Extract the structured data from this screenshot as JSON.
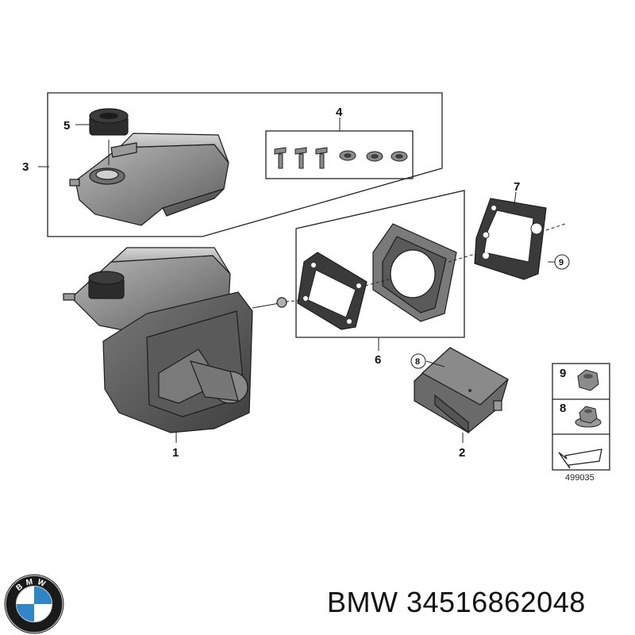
{
  "callouts": {
    "c1": "1",
    "c2": "2",
    "c3": "3",
    "c4": "4",
    "c5": "5",
    "c6": "6",
    "c7": "7",
    "c8": "8",
    "c9": "9",
    "legend_9": "9",
    "legend_8": "8"
  },
  "reference_number": "499035",
  "brand_line": {
    "brand": "BMW",
    "part_number": "34516862048"
  },
  "logo_letters": "BMW",
  "colors": {
    "part_fill": "#8c8c8c",
    "part_dark": "#4a4a4a",
    "gasket_fill": "#3a3a3a",
    "logo_blue": "#2e86c9"
  },
  "icons": [
    "arrow-icon",
    "nut-icon",
    "bmw-logo-icon"
  ]
}
